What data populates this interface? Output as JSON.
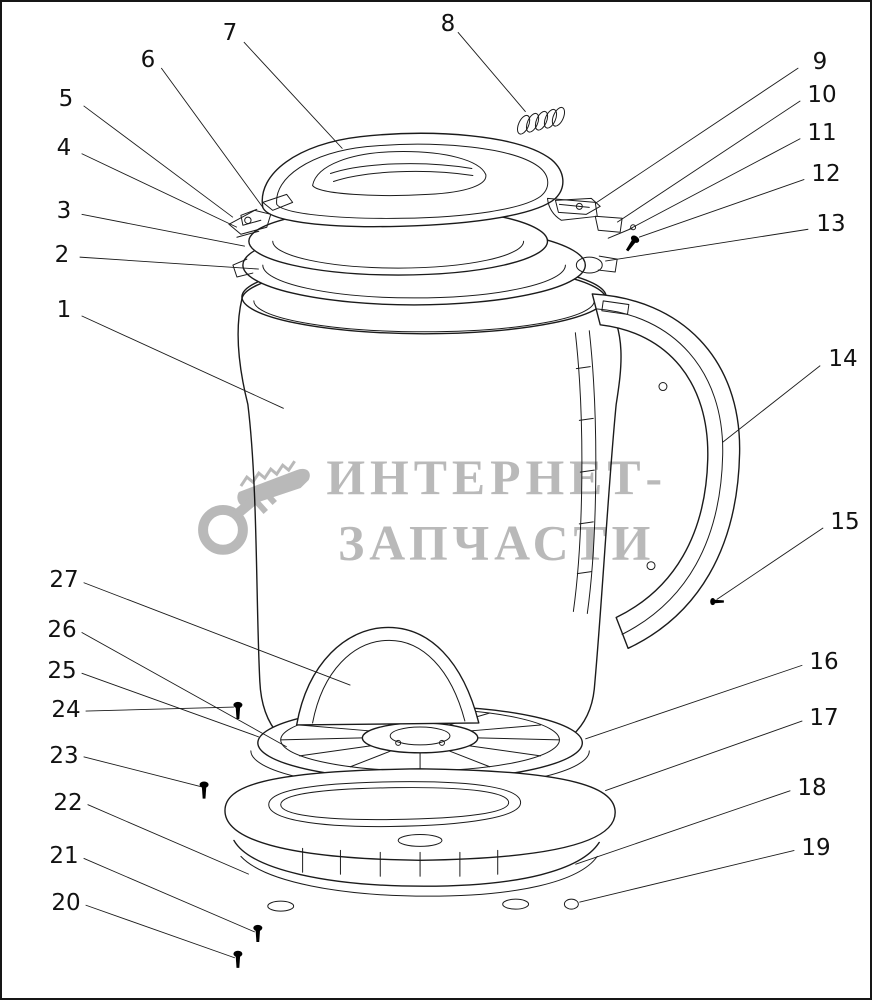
{
  "diagram": {
    "callouts": [
      "1",
      "2",
      "3",
      "4",
      "5",
      "6",
      "7",
      "8",
      "9",
      "10",
      "11",
      "12",
      "13",
      "14",
      "15",
      "16",
      "17",
      "18",
      "19",
      "20",
      "21",
      "22",
      "23",
      "24",
      "25",
      "26",
      "27"
    ],
    "watermark": {
      "line1": "ИНТЕРНЕТ-",
      "line2": "ЗАПЧАСТИ"
    },
    "colors": {
      "line": "#1b1b1b",
      "watermark": "#b5b5b5",
      "background": "#ffffff"
    }
  }
}
